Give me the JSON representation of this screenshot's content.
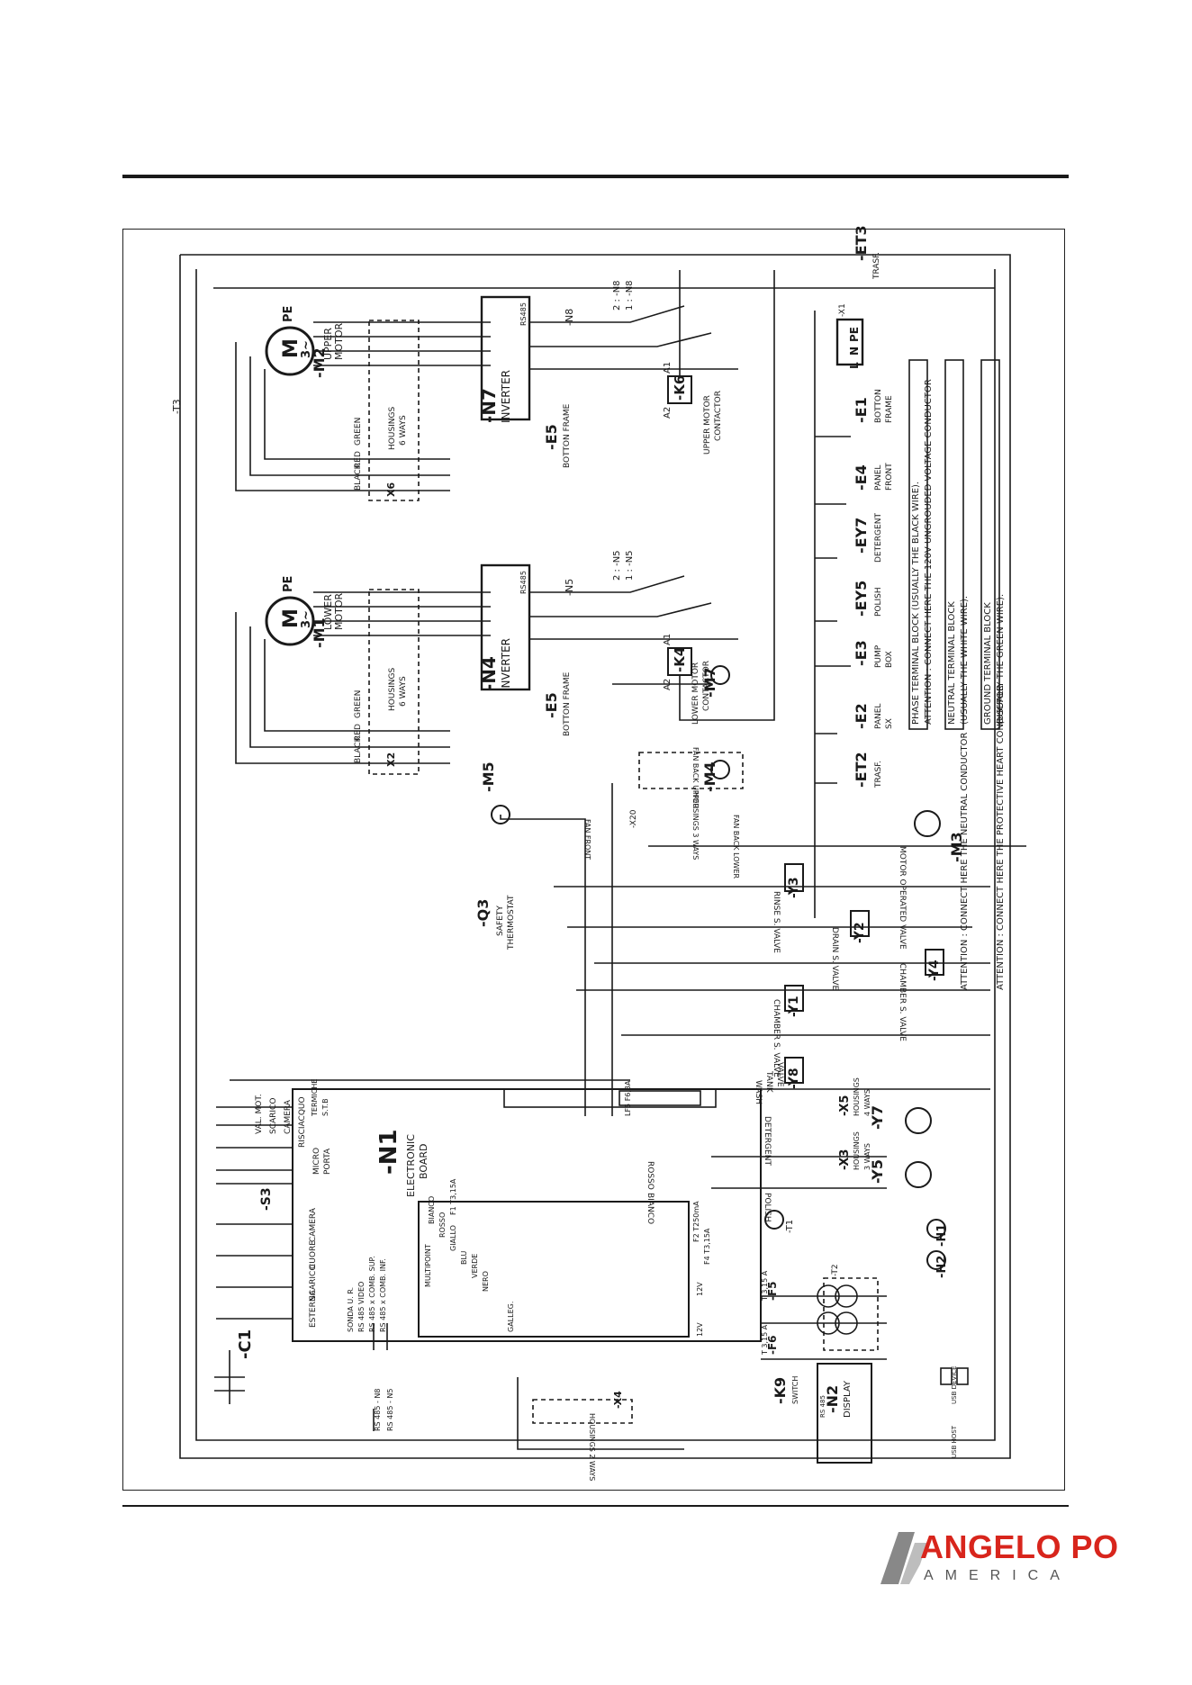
{
  "brand": {
    "name": "ANGELO PO",
    "sub": "AMERICA"
  },
  "notes": [
    "PHASE TERMINAL BLOCK        (USUALLY THE BLACK WIRE).",
    "ATTENTION : CONNECT HERE THE 120V UNGROUDED VOLTAGE CONDUCTOR",
    "NEUTRAL TERMINAL BLOCK",
    "ATTENTION : CONNECT HERE THE NEUTRAL CONDUCTOR",
    "(USUALLY THE WHITE WIRE).",
    "GROUND TERMINAL BLOCK",
    "ATTENTION : CONNECT HERE THE PROTECTIVE HEART CONDUCTOR",
    "(USUALLY THE GREEN WIRE)."
  ],
  "components": {
    "m1": {
      "id": "-M1",
      "desc1": "LOWER",
      "desc2": "MOTOR",
      "sym": "M",
      "phase": "3~",
      "pe": "PE"
    },
    "m2": {
      "id": "-M2",
      "desc1": "UPPER",
      "desc2": "MOTOR",
      "sym": "M",
      "phase": "3~",
      "pe": "PE"
    },
    "wires": [
      "BLACK",
      "RED",
      "GREEN"
    ],
    "housing6": [
      "HOUSINGS",
      "6 WAYS"
    ],
    "x2": "X2",
    "x6": "X6",
    "n4": {
      "id": "-N4",
      "label": "INVERTER",
      "rs": "RS485"
    },
    "n7": {
      "id": "-N7",
      "label": "INVERTER",
      "rs": "RS485"
    },
    "n5": "-N5",
    "n8": "-N8",
    "n5a": "2 : -N5",
    "n5b": "1 : -N5",
    "n8a": "2 : -N8",
    "n8b": "1 : -N8",
    "e5": "-E5",
    "bottom_frame": "BOTTON FRAME",
    "k4": {
      "id": "-K4",
      "a1": "A1",
      "a2": "A2",
      "d1": "LOWER MOTOR",
      "d2": "CONTACTOR"
    },
    "k6": {
      "id": "-K6",
      "a1": "A1",
      "a2": "A2",
      "d1": "UPPER MOTOR",
      "d2": "CONTACTOR"
    },
    "t3": "-T3",
    "et3": {
      "id": "-ET3",
      "desc": "TRASF."
    },
    "x1": "-X1",
    "pnl": {
      "pe": "PE",
      "n": "N",
      "l": "L"
    },
    "e1": {
      "id": "-E1",
      "d1": "BOTTON",
      "d2": "FRAME"
    },
    "e4": {
      "id": "-E4",
      "d1": "PANEL",
      "d2": "FRONT"
    },
    "ey7": {
      "id": "-EY7",
      "desc": "DETERGENT"
    },
    "ey5": {
      "id": "-EY5",
      "desc": "POLISH"
    },
    "e3": {
      "id": "-E3",
      "d1": "PUMP",
      "d2": "BOX"
    },
    "e2": {
      "id": "-E2",
      "d1": "PANEL",
      "d2": "SX"
    },
    "et2": {
      "id": "-ET2",
      "desc": "TRASF."
    },
    "m7": {
      "id": "-M7",
      "desc": "FAN BACK UPPER"
    },
    "m4": {
      "id": "-M4",
      "desc": "FAN BACK LOWER"
    },
    "x20": "-X20",
    "housing3": "HOUSINGS 3 WAYS",
    "m5": {
      "id": "-M5",
      "desc": "FAN FRONT"
    },
    "m3": {
      "id": "-M3",
      "desc": "MOTOR OPERATED VALVE"
    },
    "y3": {
      "id": "-Y3",
      "desc": "RINSE S. VALVE"
    },
    "y2": {
      "id": "-Y2",
      "desc": "DRAIN S. VALVE"
    },
    "y4": {
      "id": "-Y4",
      "desc": "CHAMBER S. VALVE"
    },
    "y1": {
      "id": "-Y1",
      "desc": "CHAMBER S. VALVE"
    },
    "y8": {
      "id": "-Y8",
      "d1": "WASH",
      "d2": "TANK",
      "d3": "VALVE"
    },
    "q3": {
      "id": "-Q3",
      "d1": "SAFETY",
      "d2": "THERMOSTAT"
    },
    "n1": {
      "id": "-N1",
      "d1": "ELECTRONIC",
      "d2": "BOARD"
    },
    "n1_inputs": [
      "VAL. MOT.",
      "SCARICO",
      "CAMERA",
      "RISCIACQUO",
      "MICRO",
      "PORTA"
    ],
    "n1_probes": [
      "CAMERA",
      "CUORE",
      "SCARICO",
      "ESTERNA"
    ],
    "n1_misc": [
      "TERMICHE",
      "S.T.B",
      "MULTIPOINT",
      "GALLEG.",
      "SONDA U. R.",
      "RS 485 VIDEO",
      "RS 485 x COMB. SUP.",
      "RS 485 x COMB. INF."
    ],
    "n1_colors": [
      "BIANCO",
      "ROSSO",
      "GIALLO",
      "BLU",
      "VERDE",
      "NERO"
    ],
    "fuses": [
      "F1 T3,15A",
      "LF5 F6,3A",
      "F2 T250mA",
      "F4 T3,15A"
    ],
    "x5": {
      "id": "-X5",
      "d1": "HOUSINGS",
      "d2": "4 WAYS"
    },
    "y7": "-Y7",
    "detergent": "DETERGENT",
    "rosso": "ROSSO",
    "bianco": "BIANCO",
    "x3": {
      "id": "-X3",
      "d1": "HOUSINGS",
      "d2": "3 WAYS"
    },
    "y5": "-Y5",
    "polish": "POLISH",
    "t1": "-T1",
    "h1": "-H1",
    "h2": "-H2",
    "t2": "-T2",
    "f5": {
      "id": "-F5",
      "val": "T 3,15 A"
    },
    "f6": {
      "id": "-F6",
      "val": "T 3,15 A"
    },
    "k9": {
      "id": "-K9",
      "desc": "SWITCH"
    },
    "n2": {
      "id": "-N2",
      "desc": "DISPLAY",
      "rs": "RS 485",
      "usb_host": "USB HOST",
      "usb_dev": "USB DEVICE"
    },
    "x4": {
      "id": "-X4",
      "desc": "HOUSINGS 2 WAYS"
    },
    "rs_n8": "RS 485 - N8",
    "rs_n5": "RS 485 - N5",
    "s3": "-S3",
    "c1": "-C1",
    "v12": "12V"
  }
}
